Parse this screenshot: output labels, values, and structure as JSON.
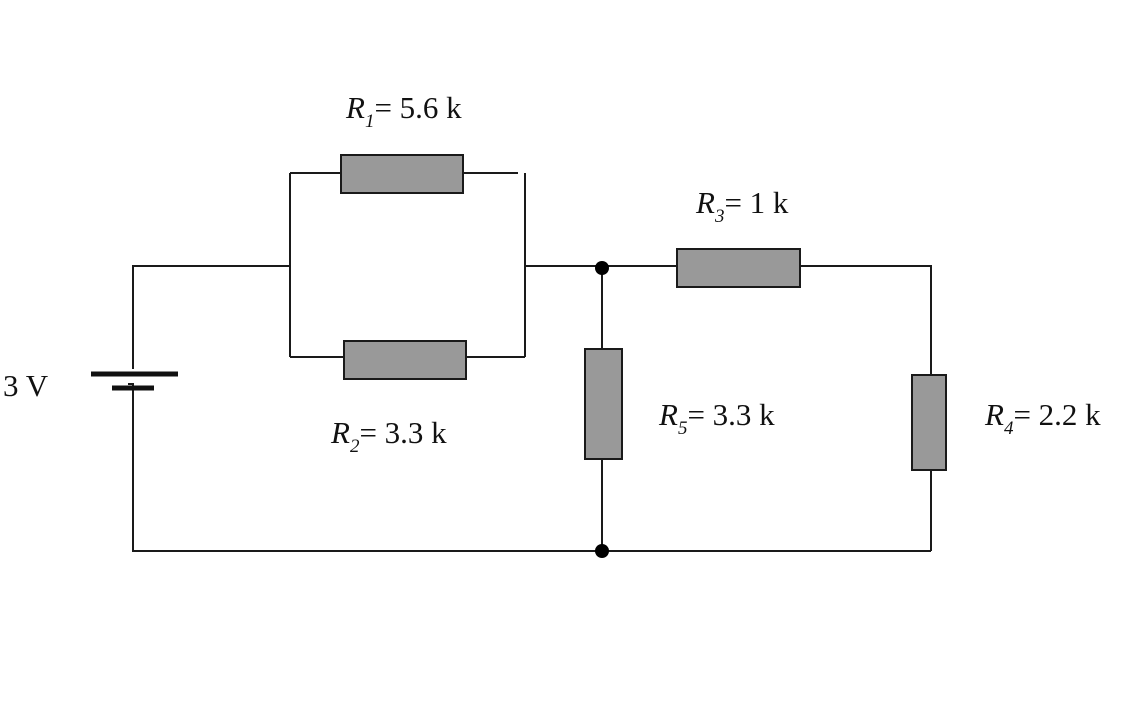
{
  "colors": {
    "wire": "#1a1a1a",
    "resistor_fill": "#999999",
    "junction": "#000000",
    "background": "#ffffff"
  },
  "source": {
    "label": "3 V"
  },
  "resistors": [
    {
      "id": "R1",
      "symbol": "R",
      "subscript": "1",
      "value": "= 5.6 k"
    },
    {
      "id": "R2",
      "symbol": "R",
      "subscript": "2",
      "value": "= 3.3 k"
    },
    {
      "id": "R3",
      "symbol": "R",
      "subscript": "3",
      "value": "= 1 k"
    },
    {
      "id": "R4",
      "symbol": "R",
      "subscript": "4",
      "value": "= 2.2 k"
    },
    {
      "id": "R5",
      "symbol": "R",
      "subscript": "5",
      "value": "= 3.3 k"
    }
  ]
}
